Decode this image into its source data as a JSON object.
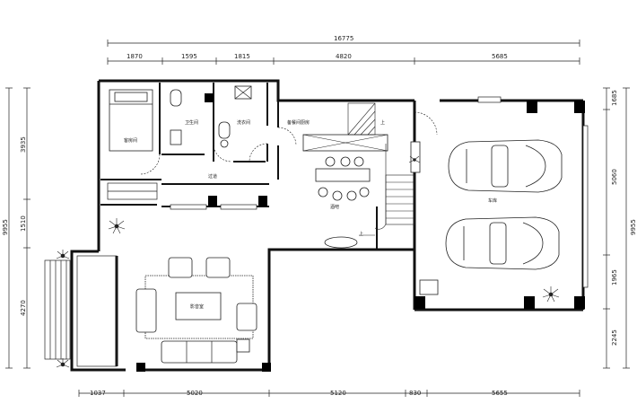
{
  "dimensions": {
    "top_total": "16775",
    "top_segments": [
      "1870",
      "1595",
      "1815",
      "4820",
      "5685"
    ],
    "bottom_segments": [
      "1037",
      "5020",
      "5120",
      "830",
      "5655"
    ],
    "left_total": "9955",
    "left_segments": [
      "3935",
      "1510",
      "4270"
    ],
    "right_total": "9955",
    "right_segments": [
      "1685",
      "5060",
      "1965",
      "2245"
    ]
  },
  "rooms": {
    "bedroom": "客房间",
    "bathroom_1": "卫生间",
    "bathroom_2": "洗衣间",
    "kitchen": "备餐间厨房",
    "hallway": "过道",
    "bar": "酒吧",
    "living_room": "影音室",
    "garage": "车库"
  },
  "stair_labels": [
    "上",
    "上"
  ]
}
